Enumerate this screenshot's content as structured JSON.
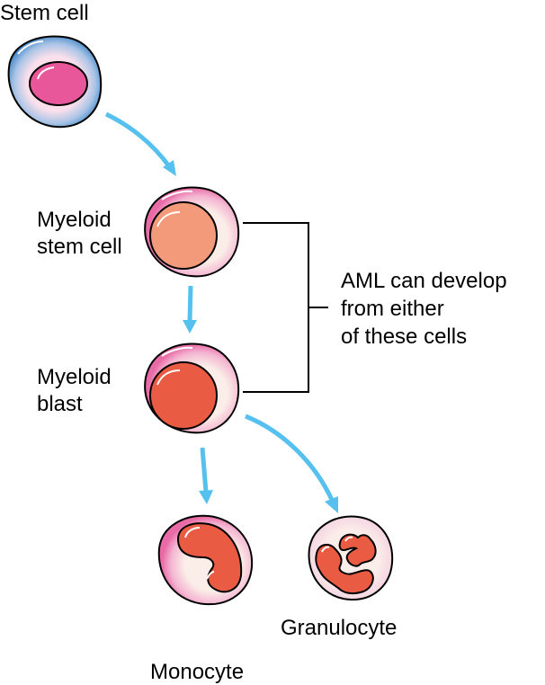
{
  "labels": {
    "stem_cell": "Stem cell",
    "myeloid_stem_cell_line1": "Myeloid",
    "myeloid_stem_cell_line2": "stem cell",
    "myeloid_blast_line1": "Myeloid",
    "myeloid_blast_line2": "blast",
    "aml_line1": "AML can develop",
    "aml_line2": "from either",
    "aml_line3": "of these cells",
    "granulocyte": "Granulocyte",
    "monocyte": "Monocyte"
  },
  "colors": {
    "arrow": "#56c1ee",
    "stem_cell_membrane": "#3f86c8",
    "stem_nucleus": "#e8579a",
    "myeloid_membrane": "#e86aa6",
    "myeloid_stem_nucleus": "#f29a7a",
    "blast_nucleus": "#e95c43",
    "cytoplasm": "#fbe6e2",
    "bracket": "#000000"
  }
}
